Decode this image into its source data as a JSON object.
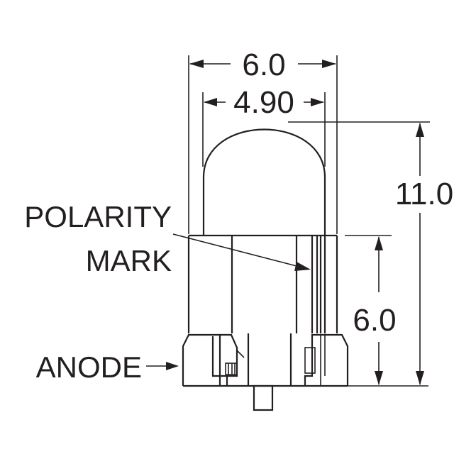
{
  "dimensions": {
    "outer_width": "6.0",
    "lens_width": "4.90",
    "total_height": "11.0",
    "body_height": "6.0"
  },
  "labels": {
    "polarity_line1": "POLARITY",
    "polarity_line2": "MARK",
    "anode": "ANODE"
  },
  "colors": {
    "line": "#231f20",
    "background": "#ffffff"
  }
}
